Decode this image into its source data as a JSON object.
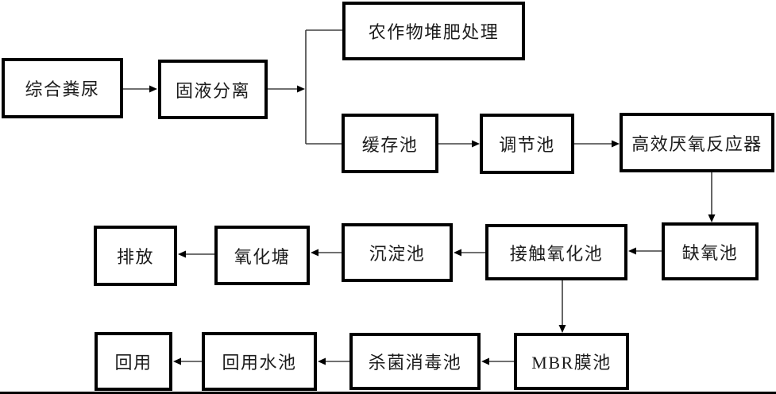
{
  "diagram": {
    "type": "flowchart",
    "background_color": "#ffffff",
    "box_fill_color": "#ffffff",
    "box_border_color": "#000000",
    "connector_color": "#404040",
    "arrowhead_color": "#000000"
  },
  "nodes": {
    "manure": {
      "label": "综合粪尿"
    },
    "separation": {
      "label": "固液分离"
    },
    "compost": {
      "label": "农作物堆肥处理"
    },
    "buffer": {
      "label": "缓存池"
    },
    "regulating": {
      "label": "调节池"
    },
    "anaerobic": {
      "label": "高效厌氧反应器"
    },
    "anoxic": {
      "label": "缺氧池"
    },
    "contact": {
      "label": "接触氧化池"
    },
    "sedimentation": {
      "label": "沉淀池"
    },
    "oxidation_pond": {
      "label": "氧化塘"
    },
    "discharge": {
      "label": "排放"
    },
    "mbr": {
      "label": "MBR膜池"
    },
    "disinfection": {
      "label": "杀菌消毒池"
    },
    "reuse_pool": {
      "label": "回用水池"
    },
    "reuse": {
      "label": "回用"
    }
  },
  "edges": [
    {
      "from": "综合粪尿",
      "to": "固液分离"
    },
    {
      "from": "固液分离",
      "to": "农作物堆肥处理"
    },
    {
      "from": "固液分离",
      "to": "缓存池"
    },
    {
      "from": "缓存池",
      "to": "调节池"
    },
    {
      "from": "调节池",
      "to": "高效厌氧反应器"
    },
    {
      "from": "高效厌氧反应器",
      "to": "缺氧池"
    },
    {
      "from": "缺氧池",
      "to": "接触氧化池"
    },
    {
      "from": "接触氧化池",
      "to": "沉淀池"
    },
    {
      "from": "沉淀池",
      "to": "氧化塘"
    },
    {
      "from": "氧化塘",
      "to": "排放"
    },
    {
      "from": "接触氧化池",
      "to": "MBR膜池"
    },
    {
      "from": "MBR膜池",
      "to": "杀菌消毒池"
    },
    {
      "from": "杀菌消毒池",
      "to": "回用水池"
    },
    {
      "from": "回用水池",
      "to": "回用"
    }
  ]
}
